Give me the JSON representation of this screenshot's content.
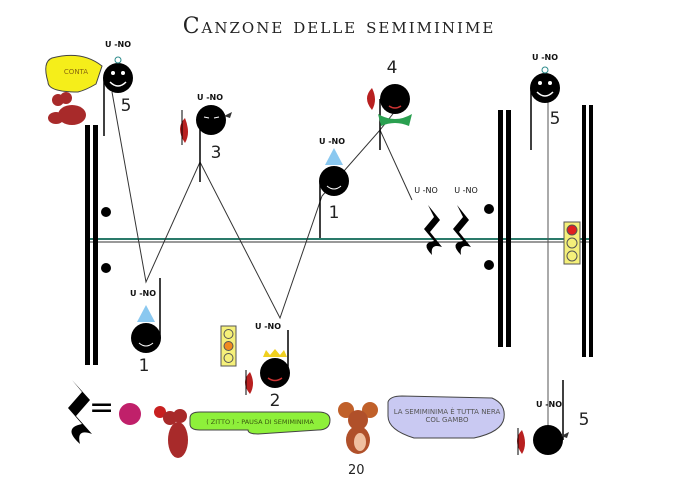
{
  "title": "Canzone delle semiminime",
  "note_label": "U -NO",
  "notes": [
    {
      "count": "5"
    },
    {
      "count": "3"
    },
    {
      "count": "1"
    },
    {
      "count": "2"
    },
    {
      "count": "1"
    },
    {
      "count": "4"
    },
    {
      "count": "5"
    },
    {
      "count": "5"
    }
  ],
  "rest_labels": [
    "U -NO",
    "U -NO"
  ],
  "bubbles": {
    "conta": "Conta",
    "zitto": "( zitto ) - pausa di semiminima",
    "semiminima": "La semiminima è tutta nera col gambo"
  },
  "equals": "=",
  "page_number": "20",
  "colors": {
    "staff": "#2a7a6a",
    "bubble_yellow": "#f5ee1a",
    "bubble_green": "#8ef03a",
    "bubble_blue": "#c9c9f2",
    "mouse": "#a82a2a"
  }
}
